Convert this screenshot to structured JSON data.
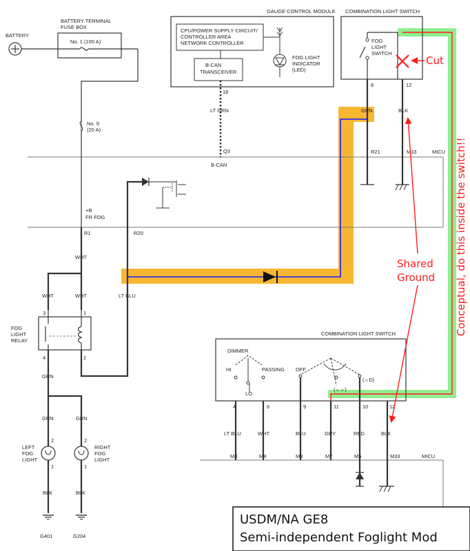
{
  "colors": {
    "wire": "#333333",
    "red": "#ff1a1a",
    "green_hl": "#90ee90",
    "orange_hl": "#f7b733",
    "blue": "#1a1aff"
  },
  "labels": {
    "battery": "BATTERY",
    "batt_fuse_box_1": "BATTERY TERMINAL",
    "batt_fuse_box_2": "FUSE BOX",
    "fuse1": "No. 1 (100 A)",
    "fuse9_a": "No. 9",
    "fuse9_b": "(20 A)",
    "gcm": "GAUGE CONTROL MODULE",
    "cpu_1": "CPU/POWER SUPPLY CIRCUIT/",
    "cpu_2": "CONTROLLER AREA",
    "cpu_3": "NETWORK CONTROLLER",
    "bcan_tx_1": "B-CAN",
    "bcan_tx_2": "TRANSCEIVER",
    "fog_ind_1": "FOG LIGHT",
    "fog_ind_2": "INDICATOR",
    "fog_ind_3": "(LED)",
    "pin18": "18",
    "lt_grn": "LT GRN",
    "q3": "Q3",
    "bcan": "B-CAN",
    "cls_top": "COMBINATION LIGHT SWITCH",
    "fls_1": "FOG",
    "fls_2": "LIGHT",
    "fls_3": "SWITCH",
    "pin8": "8",
    "pin12": "12",
    "grn": "GRN",
    "blk": "BLK",
    "r21": "R21",
    "m33": "M33",
    "micu": "MICU",
    "plus_b": "+B",
    "fr_fog": "FR FOG",
    "r1": "R1",
    "r20": "R20",
    "wht": "WHT",
    "lt_blu": "LT BLU",
    "relay_1": "FOG",
    "relay_2": "LIGHT",
    "relay_3": "RELAY",
    "pin3": "3",
    "pin1": "1",
    "pin4": "4",
    "pin2": "2",
    "left_fog_1": "LEFT",
    "left_fog_2": "FOG",
    "left_fog_3": "LIGHT",
    "right_fog_1": "RIGHT",
    "right_fog_2": "FOG",
    "right_fog_3": "LIGHT",
    "g401": "G401",
    "g204": "G204",
    "cls_bottom": "COMBINATION LIGHT SWITCH",
    "dimmer": "DIMMER",
    "hi": "HI",
    "lo": "LO",
    "passing": "PASSING",
    "off": "OFF",
    "pos_a": "(☼☼)",
    "pos_b": "(☼D)",
    "pin6": "6",
    "pin9": "9",
    "pin11": "11",
    "pin10": "10",
    "blu": "BLU",
    "gry": "GRY",
    "red_wire": "RED",
    "m3": "M3",
    "m4": "M4",
    "m8": "M8",
    "m7": "M7",
    "m5": "M5",
    "cut": "Cut",
    "shared_1": "Shared",
    "shared_2": "Ground",
    "conceptual": "Conceptual, do this inside the switch!!",
    "title_1": "USDM/NA GE8",
    "title_2": "Semi-independent Foglight Mod"
  }
}
